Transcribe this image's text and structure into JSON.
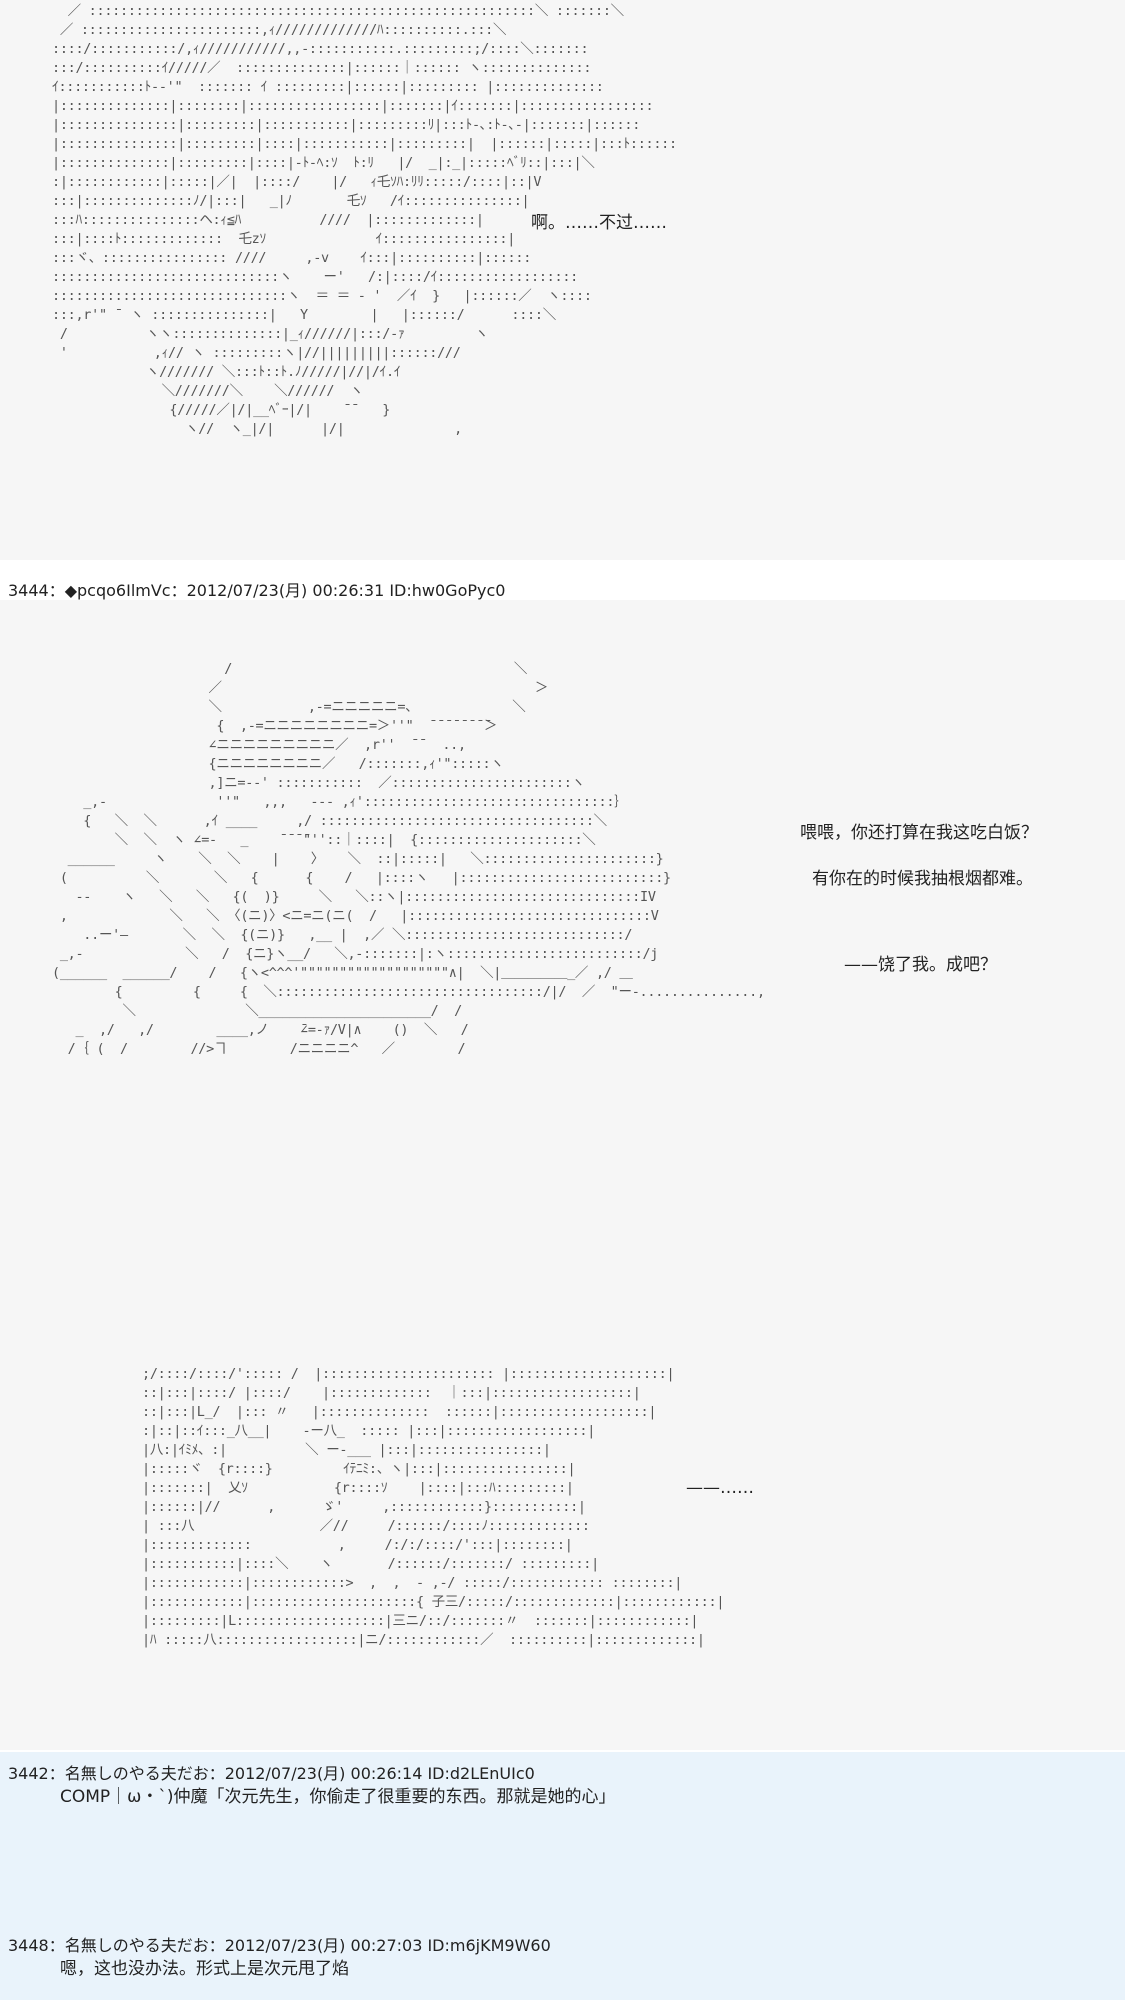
{
  "panel1": {
    "speech": "啊。……不过……"
  },
  "post_3444": {
    "header": "3444：◆pcqo6IlmVc：2012/07/23(月) 00:26:31 ID:hw0GoPyc0"
  },
  "panel2": {
    "speech_lines": [
      "喂喂，你还打算在我这吃白饭？",
      "有你在的时候我抽根烟都难。",
      "——饶了我。成吧？"
    ]
  },
  "panel3": {
    "speech": "——……"
  },
  "post_3442": {
    "header": "3442：名無しのやる夫だお：2012/07/23(月) 00:26:14 ID:d2LEnUIc0",
    "body": "COMP｜ω・`)仲魔「次元先生，你偷走了很重要的东西。那就是她的心」"
  },
  "post_3448": {
    "header": "3448：名無しのやる夫だお：2012/07/23(月) 00:27:03 ID:m6jKM9W60",
    "body": "嗯，这也没办法。形式上是次元甩了焰"
  },
  "colors": {
    "page_background": "#ffffff",
    "aa_panel_background": "#f6f6f6",
    "reply_background": "#e9f3fb",
    "text": "#222222",
    "ascii_art": "#555555"
  }
}
